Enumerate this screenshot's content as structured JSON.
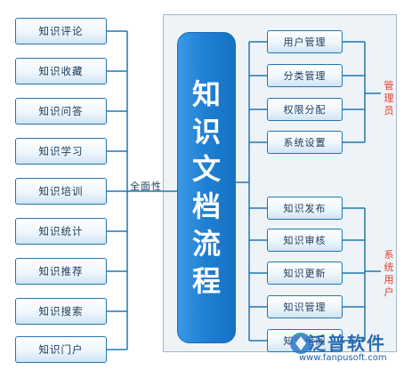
{
  "left_items": [
    {
      "label": "知识评论"
    },
    {
      "label": "知识收藏"
    },
    {
      "label": "知识问答"
    },
    {
      "label": "知识学习"
    },
    {
      "label": "知识培训"
    },
    {
      "label": "知识统计"
    },
    {
      "label": "知识推荐"
    },
    {
      "label": "知识搜索"
    },
    {
      "label": "知识门户"
    }
  ],
  "connector_label": "全面性",
  "core": {
    "chars": [
      "知",
      "识",
      "文",
      "档",
      "流",
      "程"
    ]
  },
  "admin_group": {
    "label": "管理员",
    "items": [
      {
        "label": "用户管理"
      },
      {
        "label": "分类管理"
      },
      {
        "label": "权限分配"
      },
      {
        "label": "系统设置"
      }
    ]
  },
  "user_group": {
    "label": "系统用户",
    "items": [
      {
        "label": "知识发布"
      },
      {
        "label": "知识审核"
      },
      {
        "label": "知识更新"
      },
      {
        "label": "知识管理"
      },
      {
        "label": "知识借阅"
      }
    ]
  },
  "logo": {
    "name": "泛普软件",
    "url": "www.fanpusoft.com"
  },
  "colors": {
    "box_border": "#1f78b4",
    "core_fill": "#1e7fd2",
    "group_label": "#e23a2a",
    "line": "#1f78b4"
  }
}
